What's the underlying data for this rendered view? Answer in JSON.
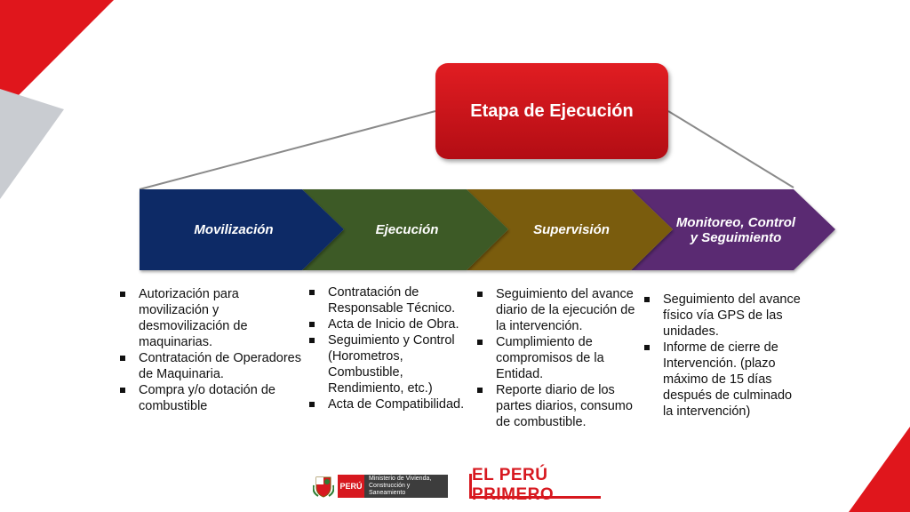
{
  "header": {
    "title": "Etapa de Ejecución"
  },
  "stages": [
    {
      "label": "Movilización",
      "color": "#0f2a66",
      "bullets": [
        "Autorización para movilización y desmovilización de maquinarias.",
        "Contratación de Operadores de Maquinaria.",
        "Compra y/o dotación de combustible"
      ]
    },
    {
      "label": "Ejecución",
      "color": "#3c5a25",
      "bullets": [
        "Contratación de Responsable Técnico.",
        "Acta de Inicio de Obra.",
        " Seguimiento  y Control (Horometros, Combustible, Rendimiento, etc.)",
        " Acta de Compatibilidad."
      ]
    },
    {
      "label": "Supervisión",
      "color": "#7a5c0c",
      "bullets": [
        "Seguimiento  del avance diario de la ejecución de la intervención.",
        "Cumplimiento de compromisos de la Entidad.",
        "Reporte diario de los partes diarios, consumo de combustible."
      ]
    },
    {
      "label": "Monitoreo, Control y Seguimiento",
      "color": "#5a2a72",
      "bullets": [
        "Seguimiento del avance físico vía GPS de las unidades.",
        "Informe de cierre de Intervención. (plazo máximo de 15 días después de culminado la intervención)"
      ]
    }
  ],
  "footer": {
    "country_label": "PERÚ",
    "ministry_label": "Ministerio de Vivienda, Construcción y Saneamiento",
    "slogan": "EL PERÚ PRIMERO"
  },
  "colors": {
    "accent_red": "#d7181f",
    "title_red": "#c8141b",
    "decor_gray": "#c9ccd1",
    "connector_gray": "#8a8a8a"
  }
}
